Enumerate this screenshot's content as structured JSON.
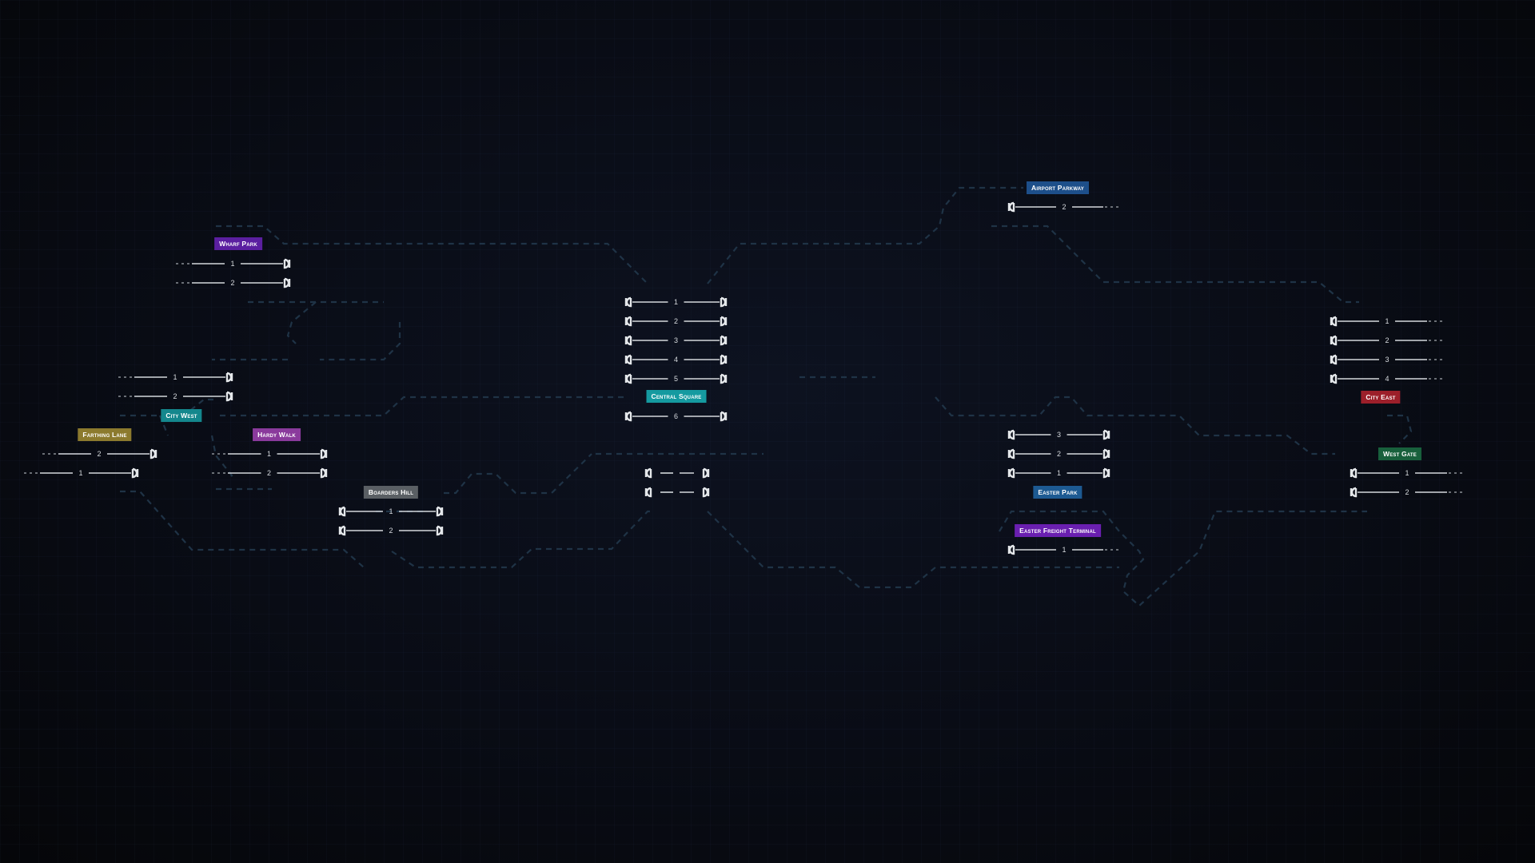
{
  "stations": [
    {
      "id": "wharf-park",
      "name": "Wharf Park",
      "color": "#5b1fa0",
      "platforms": [
        "1",
        "2"
      ]
    },
    {
      "id": "city-west",
      "name": "City West",
      "color": "#14878d",
      "platforms": [
        "1",
        "2"
      ]
    },
    {
      "id": "farthing-lane",
      "name": "Farthing Lane",
      "color": "#8c7a2e",
      "platforms": [
        "2",
        "1"
      ]
    },
    {
      "id": "hardy-walk",
      "name": "Hardy Walk",
      "color": "#8a3a9c",
      "platforms": [
        "1",
        "2"
      ]
    },
    {
      "id": "boarders-hill",
      "name": "Boarders Hill",
      "color": "#5a5f64",
      "platforms": [
        "1",
        "2"
      ]
    },
    {
      "id": "central-square",
      "name": "Central Square",
      "color": "#159aa0",
      "platforms": [
        "1",
        "2",
        "3",
        "4",
        "5",
        "6"
      ]
    },
    {
      "id": "airport-parkway",
      "name": "Airport Parkway",
      "color": "#1d4f8a",
      "platforms": [
        "2"
      ]
    },
    {
      "id": "easter-park",
      "name": "Easter Park",
      "color": "#1d5a92",
      "platforms": [
        "3",
        "2",
        "1"
      ]
    },
    {
      "id": "easter-freight-terminal",
      "name": "Easter Freight Terminal",
      "color": "#6a1fb0",
      "platforms": [
        "1"
      ]
    },
    {
      "id": "city-east",
      "name": "City East",
      "color": "#9c1f2a",
      "platforms": [
        "1",
        "2",
        "3",
        "4"
      ]
    },
    {
      "id": "west-gate",
      "name": "West Gate",
      "color": "#18603c",
      "platforms": [
        "1",
        "2"
      ]
    }
  ]
}
